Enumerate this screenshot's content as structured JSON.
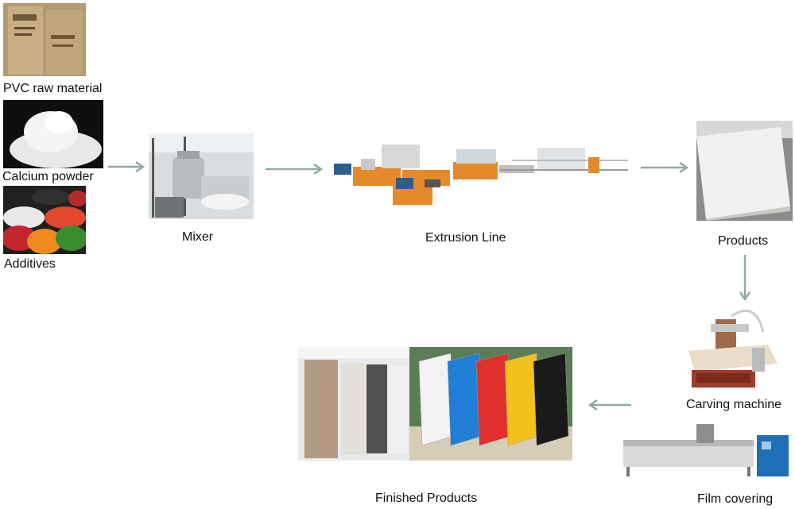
{
  "diagram": {
    "labels": {
      "pvc": "PVC raw material",
      "calcium": "Calcium powder",
      "additives": "Additives",
      "mixer": "Mixer",
      "extrusion": "Extrusion Line",
      "products": "Products",
      "carving": "Carving machine",
      "film": "Film covering",
      "finished": "Finished Products"
    },
    "colors": {
      "arrow": "#8faaa8",
      "machine_orange": "#e58a2a",
      "machine_blue": "#2e5f8a"
    },
    "board_colors": [
      "#f2f2f2",
      "#1f7fd6",
      "#e0302b",
      "#f2c21b",
      "#1a1a1a"
    ]
  }
}
